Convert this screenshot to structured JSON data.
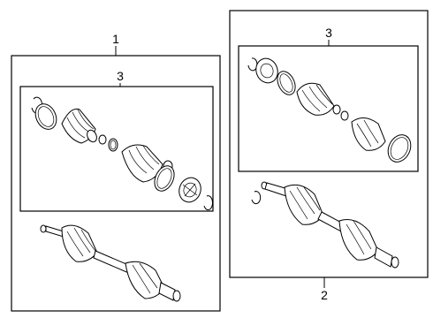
{
  "callouts": {
    "left_assembly": "1",
    "left_boot_kit": "3",
    "right_boot_kit": "3",
    "right_assembly": "2"
  }
}
